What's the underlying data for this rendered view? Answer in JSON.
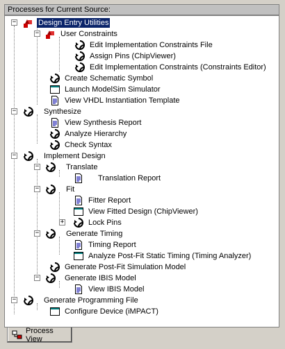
{
  "panel": {
    "title": "Processes for Current Source:"
  },
  "tab": {
    "label": "Process View"
  },
  "tree": [
    {
      "label": "Design Entry Utilities",
      "icon": "design-entry-icon",
      "selected": true,
      "expander": "-"
    },
    {
      "label": "User Constraints",
      "icon": "user-constraints-icon",
      "expander": "-"
    },
    {
      "label": "Edit Implementation Constraints File",
      "icon": "run-process-icon"
    },
    {
      "label": "Assign Pins (ChipViewer)",
      "icon": "run-process-icon"
    },
    {
      "label": "Edit Implementation Constraints (Constraints Editor)",
      "icon": "run-process-icon"
    },
    {
      "label": "Create Schematic Symbol",
      "icon": "run-process-icon"
    },
    {
      "label": "Launch ModelSim Simulator",
      "icon": "window-icon"
    },
    {
      "label": "View VHDL Instantiation Template",
      "icon": "document-icon"
    },
    {
      "label": "Synthesize",
      "icon": "run-process-icon",
      "expander": "-"
    },
    {
      "label": "View Synthesis Report",
      "icon": "document-icon"
    },
    {
      "label": "Analyze Hierarchy",
      "icon": "run-process-icon"
    },
    {
      "label": "Check Syntax",
      "icon": "run-process-icon"
    },
    {
      "label": "Implement Design",
      "icon": "run-process-icon",
      "expander": "-"
    },
    {
      "label": "Translate",
      "icon": "run-process-icon",
      "expander": "-"
    },
    {
      "label": "Translation Report",
      "icon": "document-icon"
    },
    {
      "label": "Fit",
      "icon": "run-process-icon",
      "expander": "-"
    },
    {
      "label": "Fitter Report",
      "icon": "document-icon"
    },
    {
      "label": "View Fitted Design (ChipViewer)",
      "icon": "window-icon"
    },
    {
      "label": "Lock Pins",
      "icon": "run-process-icon",
      "expander": "+"
    },
    {
      "label": "Generate Timing",
      "icon": "run-process-icon",
      "expander": "-"
    },
    {
      "label": "Timing Report",
      "icon": "document-icon"
    },
    {
      "label": "Analyze Post-Fit Static Timing (Timing Analyzer)",
      "icon": "window-icon"
    },
    {
      "label": "Generate Post-Fit Simulation Model",
      "icon": "run-process-icon"
    },
    {
      "label": "Generate IBIS Model",
      "icon": "run-process-icon",
      "expander": "-"
    },
    {
      "label": "View IBIS Model",
      "icon": "document-icon"
    },
    {
      "label": "Generate Programming File",
      "icon": "run-process-icon",
      "expander": "-"
    },
    {
      "label": "Configure Device (iMPACT)",
      "icon": "window-icon"
    }
  ]
}
